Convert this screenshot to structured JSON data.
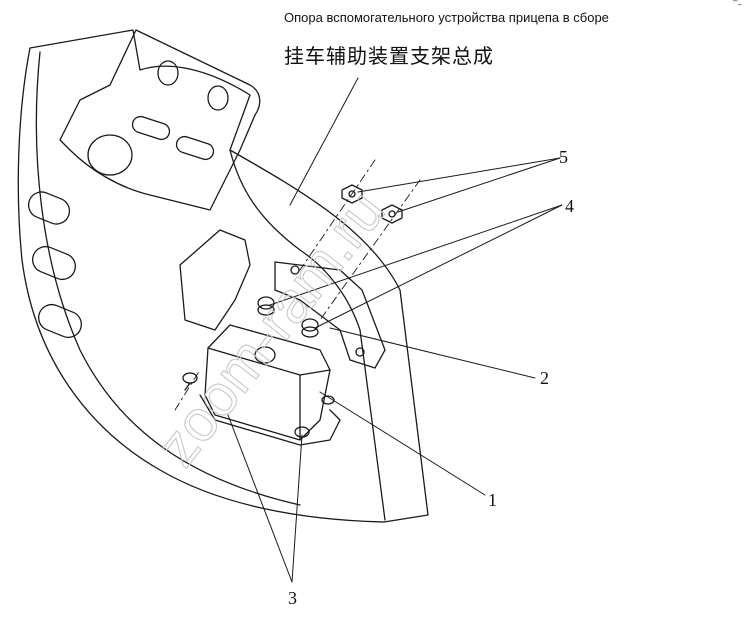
{
  "caption": {
    "russian": "Опора вспомогательного устройства прицепа в сборе",
    "chinese": "挂车辅助装置支架总成"
  },
  "corner_mark": "‾–",
  "watermark": "zoom-ram.ru",
  "callouts": [
    {
      "id": "1",
      "label": "1"
    },
    {
      "id": "2",
      "label": "2"
    },
    {
      "id": "3",
      "label": "3"
    },
    {
      "id": "4",
      "label": "4"
    },
    {
      "id": "5",
      "label": "5"
    }
  ],
  "colors": {
    "line": "#1a1a1a",
    "watermark": "#c8c8c8",
    "background": "#ffffff"
  }
}
